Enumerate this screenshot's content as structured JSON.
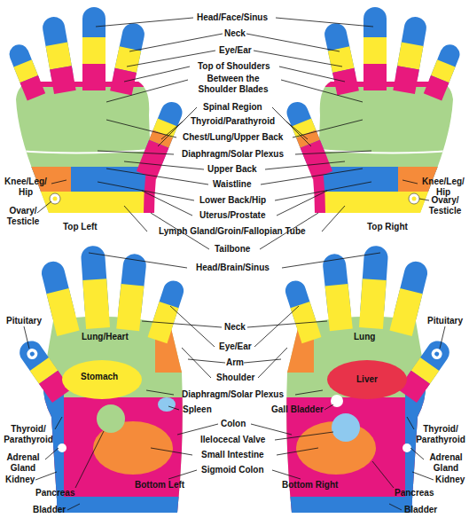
{
  "diagram": {
    "labels": [
      "Head/Face/Sinus",
      "Neck",
      "Eye/Ear",
      "Top of Shoulders",
      "Between the Shoulder Blades",
      "Spinal Region",
      "Thyroid/Parathyroid",
      "Chest/Lung/Upper Back",
      "Diaphragm/Solar Plexus",
      "Upper Back",
      "Knee/Leg/ Hip",
      "Waistline",
      "Knee/Leg/ Hip",
      "Lower Back/Hip",
      "Ovary/ Testicle",
      "Uterus/Prostate",
      "Ovary/ Testicle",
      "Top Left",
      "Lymph Gland/Groin/Fallopian Tube",
      "Top Right",
      "Tailbone",
      "Head/Brain/Sinus",
      "Pituitary",
      "Pituitary",
      "Lung/Heart",
      "Lung",
      "Neck",
      "Eye/Ear",
      "Arm",
      "Shoulder",
      "Stomach",
      "Diaphragm/Solar Plexus",
      "Liver",
      "Spleen",
      "Gall Bladder",
      "Colon",
      "Thyroid/ Parathyroid",
      "Thyroid/ Parathyroid",
      "Ilelocecal Valve",
      "Adrenal Gland",
      "Adrenal Gland",
      "Small Intestine",
      "Kidney",
      "Kidney",
      "Sigmoid Colon",
      "Pancreas",
      "Pancreas",
      "Bottom Left",
      "Bottom Right",
      "Bladder",
      "Bladder"
    ]
  }
}
